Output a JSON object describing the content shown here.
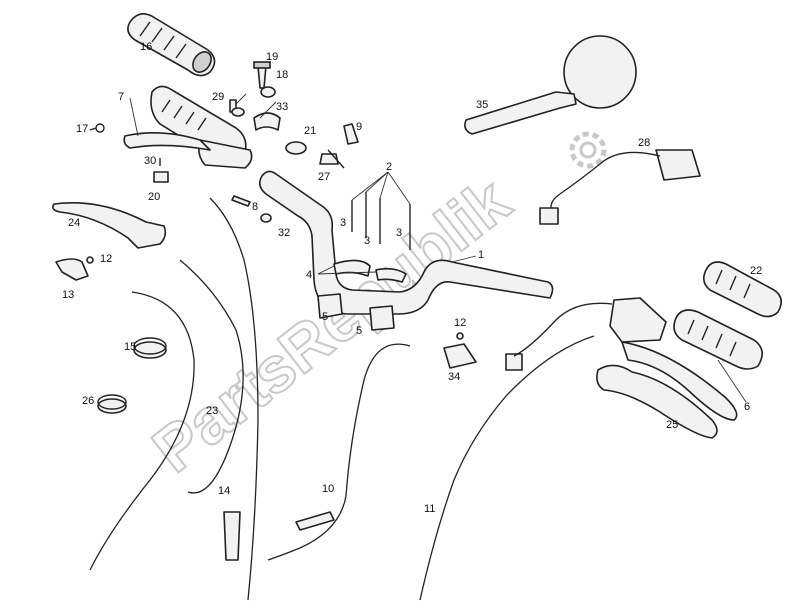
{
  "watermark": {
    "text": "PartsRepublik"
  },
  "labels": {
    "l1": "1",
    "l2": "2",
    "l3a": "3",
    "l3b": "3",
    "l3c": "3",
    "l4": "4",
    "l5a": "5",
    "l5b": "5",
    "l6": "6",
    "l7": "7",
    "l8": "8",
    "l9": "9",
    "l10": "10",
    "l11": "11",
    "l12a": "12",
    "l12b": "12",
    "l13": "13",
    "l14": "14",
    "l15": "15",
    "l16": "16",
    "l17": "17",
    "l18": "18",
    "l19": "19",
    "l20": "20",
    "l21": "21",
    "l22": "22",
    "l23": "23",
    "l24": "24",
    "l25": "25",
    "l26": "26",
    "l27": "27",
    "l28": "28",
    "l29": "29",
    "l30": "30",
    "l32": "32",
    "l33": "33",
    "l34": "34",
    "l35": "35"
  }
}
